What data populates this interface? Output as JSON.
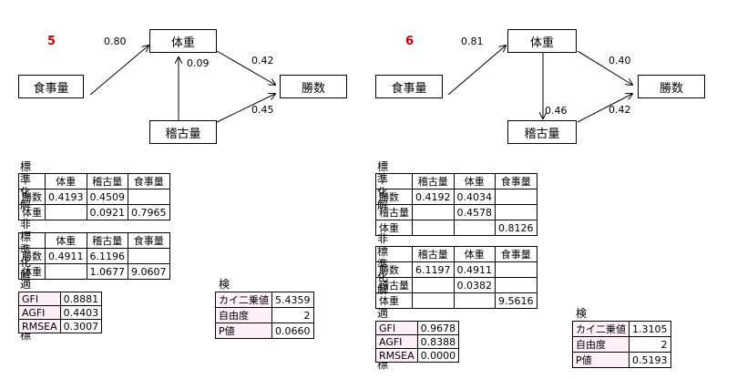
{
  "model5": {
    "number": "5",
    "nodes": {
      "food": "食事量",
      "weight": "体重",
      "win": "勝数",
      "practice": "稽古量"
    },
    "coefs": {
      "food_weight": "0.80",
      "practice_weight": "0.09",
      "weight_win": "0.42",
      "practice_win": "0.45"
    },
    "standardized": {
      "title": "標準化解",
      "columns": [
        "体重",
        "稽古量",
        "食事量"
      ],
      "rows": [
        {
          "label": "勝数",
          "cells": [
            "0.4193",
            "0.4509",
            ""
          ]
        },
        {
          "label": "体重",
          "cells": [
            "",
            "0.0921",
            "0.7965"
          ]
        }
      ]
    },
    "unstandardized": {
      "title": "非標準化解",
      "columns": [
        "体重",
        "稽古量",
        "食事量"
      ],
      "rows": [
        {
          "label": "勝数",
          "cells": [
            "0.4911",
            "6.1196",
            ""
          ]
        },
        {
          "label": "体重",
          "cells": [
            "",
            "1.0677",
            "9.0607"
          ]
        }
      ]
    },
    "fit": {
      "title": "適合度指標",
      "rows": [
        {
          "label": "GFI",
          "value": "0.8881"
        },
        {
          "label": "AGFI",
          "value": "0.4403"
        },
        {
          "label": "RMSEA",
          "value": "0.3007"
        }
      ]
    },
    "test": {
      "title": "検定",
      "rows": [
        {
          "label": "カイ二乗値",
          "value": "5.4359"
        },
        {
          "label": "自由度",
          "value": "2"
        },
        {
          "label": "P値",
          "value": "0.0660"
        }
      ]
    }
  },
  "model6": {
    "number": "6",
    "nodes": {
      "food": "食事量",
      "weight": "体重",
      "win": "勝数",
      "practice": "稽古量"
    },
    "coefs": {
      "food_weight": "0.81",
      "weight_practice": "0.46",
      "weight_win": "0.40",
      "practice_win": "0.42"
    },
    "standardized": {
      "title": "標準化解",
      "columns": [
        "稽古量",
        "体重",
        "食事量"
      ],
      "rows": [
        {
          "label": "勝数",
          "cells": [
            "0.4192",
            "0.4034",
            ""
          ]
        },
        {
          "label": "稽古量",
          "cells": [
            "",
            "0.4578",
            ""
          ]
        },
        {
          "label": "体重",
          "cells": [
            "",
            "",
            "0.8126"
          ]
        }
      ]
    },
    "unstandardized": {
      "title": "非標準化解",
      "columns": [
        "稽古量",
        "体重",
        "食事量"
      ],
      "rows": [
        {
          "label": "勝数",
          "cells": [
            "6.1197",
            "0.4911",
            ""
          ]
        },
        {
          "label": "稽古量",
          "cells": [
            "",
            "0.0382",
            ""
          ]
        },
        {
          "label": "体重",
          "cells": [
            "",
            "",
            "9.5616"
          ]
        }
      ]
    },
    "fit": {
      "title": "適合度指標",
      "rows": [
        {
          "label": "GFI",
          "value": "0.9678"
        },
        {
          "label": "AGFI",
          "value": "0.8388"
        },
        {
          "label": "RMSEA",
          "value": "0.0000"
        }
      ]
    },
    "test": {
      "title": "検定",
      "rows": [
        {
          "label": "カイ二乗値",
          "value": "1.3105"
        },
        {
          "label": "自由度",
          "value": "2"
        },
        {
          "label": "P値",
          "value": "0.5193"
        }
      ]
    }
  }
}
